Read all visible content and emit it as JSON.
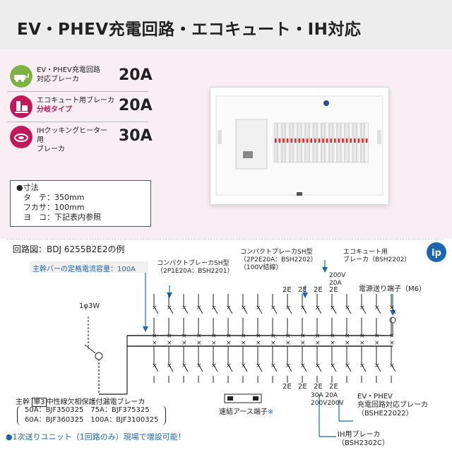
{
  "header": {
    "title": "EV・PHEV充電回路・エコキュート・IH対応"
  },
  "features": [
    {
      "icon": "ev-charger-icon",
      "line1": "EV・PHEV充電回路",
      "line2": "対応ブレーカ",
      "line2_accent": false,
      "amps": "20A"
    },
    {
      "icon": "ecocute-icon",
      "line1": "エコキュート用ブレーカ",
      "line2": "分岐タイプ",
      "line2_accent": true,
      "amps": "20A"
    },
    {
      "icon": "ih-cooker-icon",
      "line1": "IHクッキングヒーター用",
      "line2": "ブレーカ",
      "line2_accent": false,
      "amps": "30A"
    }
  ],
  "dimensions": {
    "heading": "●寸法",
    "rows": [
      "タ　テ：350mm",
      "フカサ：100mm",
      "ヨ　コ：下記表内参照"
    ]
  },
  "diagram": {
    "title": "回路図：BDJ 6255B2E2の例",
    "capacity_label": "主幹バーの定格電流容量：100A",
    "phase": "1φ3W",
    "compact_sh_1": [
      "コンパクトブレーカSH型",
      "（2P1E20A：BSH2201）"
    ],
    "compact_sh_2": [
      "コンパクトブレーカSH型",
      "（2P2E20A：BSH2202）",
      "（100V結線）"
    ],
    "ecocute": [
      "エコキュート用",
      "ブレーカ（BSH2202）"
    ],
    "voltage_200": [
      "200V",
      "20A"
    ],
    "power_terminal": "電源送り端子（M6）",
    "top_2e": [
      "2E",
      "2E",
      "2E",
      "2E"
    ],
    "bottom_2e": [
      "2E",
      "2E",
      "2E",
      "2E"
    ],
    "bottom_ratings": [
      "30A 20A",
      "200V200V"
    ],
    "ev_phev": [
      "EV・PHEV",
      "充電回路対応ブレーカ",
      "（BSHE22022）"
    ],
    "ih_breaker": [
      "IH用ブレーカ",
      "（BSH2302C）"
    ],
    "main_label_pre": "主幹",
    "main_label_box": "単3",
    "main_label_post": "中性線欠相保護付漏電ブレーカ",
    "models": [
      "50A：BJF350325　75A：BJF375325",
      "60A：BJF360325　100A：BJF3100325"
    ],
    "earth_terminal": "速結アース端子",
    "earth_mark": "※",
    "note": "●1次送りユニット（1回路のみ）現場で増設可能！",
    "logo": "ip"
  },
  "colors": {
    "accent": "#c2185b",
    "blue": "#1a66b0",
    "header_bg": "#ededed",
    "panel_bg": "#f9eef3"
  }
}
